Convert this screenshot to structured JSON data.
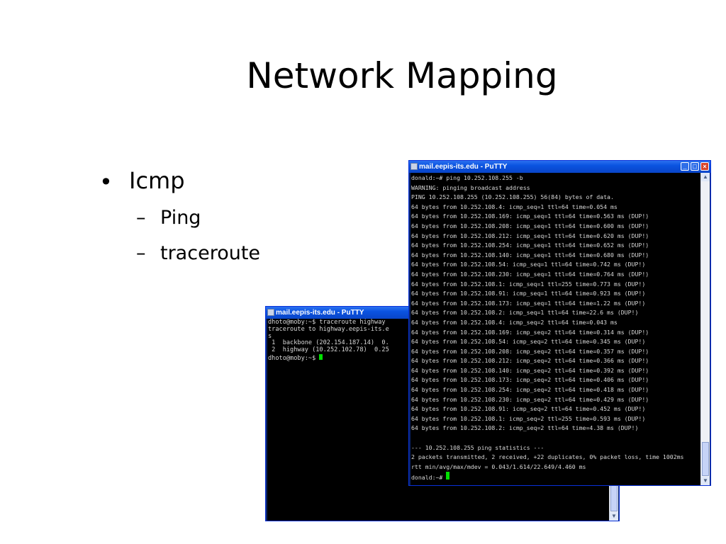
{
  "slide": {
    "title": "Network Mapping",
    "bullets": {
      "main": "Icmp",
      "sub": [
        "Ping",
        "traceroute"
      ]
    }
  },
  "windows": {
    "traceroute": {
      "title": "mail.eepis-its.edu - PuTTY",
      "lines": [
        "dhoto@moby:~$ traceroute highway",
        "traceroute to highway.eepis-its.e",
        "s",
        " 1  backbone (202.154.187.14)  0.",
        " 2  highway (10.252.102.78)  0.25",
        "dhoto@moby:~$ "
      ]
    },
    "ping": {
      "title": "mail.eepis-its.edu - PuTTY",
      "lines": [
        "donald:~# ping 10.252.108.255 -b",
        "WARNING: pinging broadcast address",
        "PING 10.252.108.255 (10.252.108.255) 56(84) bytes of data.",
        "64 bytes from 10.252.108.4: icmp_seq=1 ttl=64 time=0.054 ms",
        "64 bytes from 10.252.108.169: icmp_seq=1 ttl=64 time=0.563 ms (DUP!)",
        "64 bytes from 10.252.108.208: icmp_seq=1 ttl=64 time=0.600 ms (DUP!)",
        "64 bytes from 10.252.108.212: icmp_seq=1 ttl=64 time=0.620 ms (DUP!)",
        "64 bytes from 10.252.108.254: icmp_seq=1 ttl=64 time=0.652 ms (DUP!)",
        "64 bytes from 10.252.108.140: icmp_seq=1 ttl=64 time=0.680 ms (DUP!)",
        "64 bytes from 10.252.108.54: icmp_seq=1 ttl=64 time=0.742 ms (DUP!)",
        "64 bytes from 10.252.108.230: icmp_seq=1 ttl=64 time=0.764 ms (DUP!)",
        "64 bytes from 10.252.108.1: icmp_seq=1 ttl=255 time=0.773 ms (DUP!)",
        "64 bytes from 10.252.108.91: icmp_seq=1 ttl=64 time=0.923 ms (DUP!)",
        "64 bytes from 10.252.108.173: icmp_seq=1 ttl=64 time=1.22 ms (DUP!)",
        "64 bytes from 10.252.108.2: icmp_seq=1 ttl=64 time=22.6 ms (DUP!)",
        "64 bytes from 10.252.108.4: icmp_seq=2 ttl=64 time=0.043 ms",
        "64 bytes from 10.252.108.169: icmp_seq=2 ttl=64 time=0.314 ms (DUP!)",
        "64 bytes from 10.252.108.54: icmp_seq=2 ttl=64 time=0.345 ms (DUP!)",
        "64 bytes from 10.252.108.208: icmp_seq=2 ttl=64 time=0.357 ms (DUP!)",
        "64 bytes from 10.252.108.212: icmp_seq=2 ttl=64 time=0.366 ms (DUP!)",
        "64 bytes from 10.252.108.140: icmp_seq=2 ttl=64 time=0.392 ms (DUP!)",
        "64 bytes from 10.252.108.173: icmp_seq=2 ttl=64 time=0.406 ms (DUP!)",
        "64 bytes from 10.252.108.254: icmp_seq=2 ttl=64 time=0.418 ms (DUP!)",
        "64 bytes from 10.252.108.230: icmp_seq=2 ttl=64 time=0.429 ms (DUP!)",
        "64 bytes from 10.252.108.91: icmp_seq=2 ttl=64 time=0.452 ms (DUP!)",
        "64 bytes from 10.252.108.1: icmp_seq=2 ttl=255 time=0.593 ms (DUP!)",
        "64 bytes from 10.252.108.2: icmp_seq=2 ttl=64 time=4.38 ms (DUP!)",
        "",
        "--- 10.252.108.255 ping statistics ---",
        "2 packets transmitted, 2 received, +22 duplicates, 0% packet loss, time 1002ms",
        "rtt min/avg/max/mdev = 0.043/1.614/22.649/4.460 ms",
        "donald:~# "
      ]
    }
  },
  "colors": {
    "titlebar": "#0a53e0",
    "terminal_bg": "#000000",
    "terminal_fg": "#d8d8d8",
    "cursor": "#00e000"
  },
  "icons": {
    "window": "putty-icon",
    "minimize": "minimize-icon",
    "maximize": "maximize-icon",
    "close": "close-icon"
  }
}
